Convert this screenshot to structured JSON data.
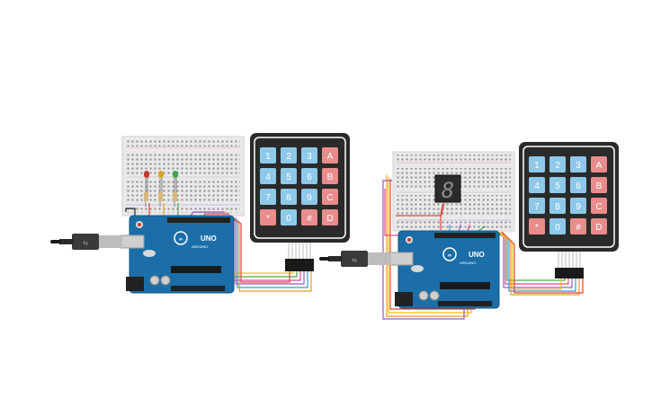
{
  "circuits": [
    {
      "board": {
        "logo_text": "UNO",
        "brand_text": "ARDUINO",
        "color": "#1b6ea8"
      },
      "keypad": {
        "keys": [
          [
            "1",
            "2",
            "3",
            "A"
          ],
          [
            "4",
            "5",
            "6",
            "B"
          ],
          [
            "7",
            "8",
            "9",
            "C"
          ],
          [
            "*",
            "0",
            "#",
            "D"
          ]
        ]
      },
      "leds": [
        "red",
        "yellow",
        "green"
      ]
    },
    {
      "board": {
        "logo_text": "UNO",
        "brand_text": "ARDUINO",
        "color": "#1b6ea8"
      },
      "keypad": {
        "keys": [
          [
            "1",
            "2",
            "3",
            "A"
          ],
          [
            "4",
            "5",
            "6",
            "B"
          ],
          [
            "7",
            "8",
            "9",
            "C"
          ],
          [
            "*",
            "0",
            "#",
            "D"
          ]
        ]
      },
      "display": {
        "type": "seven-segment",
        "value": "8"
      }
    }
  ],
  "colors": {
    "key_blue": "#8ec9ea",
    "key_red": "#e88c8c",
    "keypad_body": "#2a2a2a",
    "breadboard": "#e9e9e9",
    "board": "#1b6ea8"
  }
}
